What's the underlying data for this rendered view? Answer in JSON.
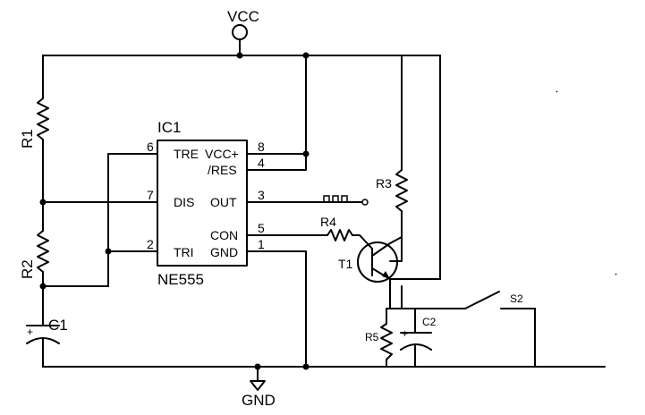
{
  "labels": {
    "vcc": "VCC",
    "gnd": "GND",
    "ic_name": "IC1",
    "ic_part": "NE555",
    "r1": "R1",
    "r2": "R2",
    "c1": "C1",
    "r3": "R3",
    "r4": "R4",
    "r5": "R5",
    "c2": "C2",
    "t1": "T1",
    "s2": "S2"
  },
  "pins": {
    "tre": "TRE",
    "dis": "DIS",
    "tri": "TRI",
    "vcc_plus": "VCC+",
    "res": "/RES",
    "out": "OUT",
    "con": "CON",
    "gnd": "GND",
    "n6": "6",
    "n7": "7",
    "n2": "2",
    "n8": "8",
    "n4": "4",
    "n3": "3",
    "n5": "5",
    "n1": "1"
  },
  "polarity": {
    "c1_plus": "+",
    "c2_plus": "+"
  }
}
